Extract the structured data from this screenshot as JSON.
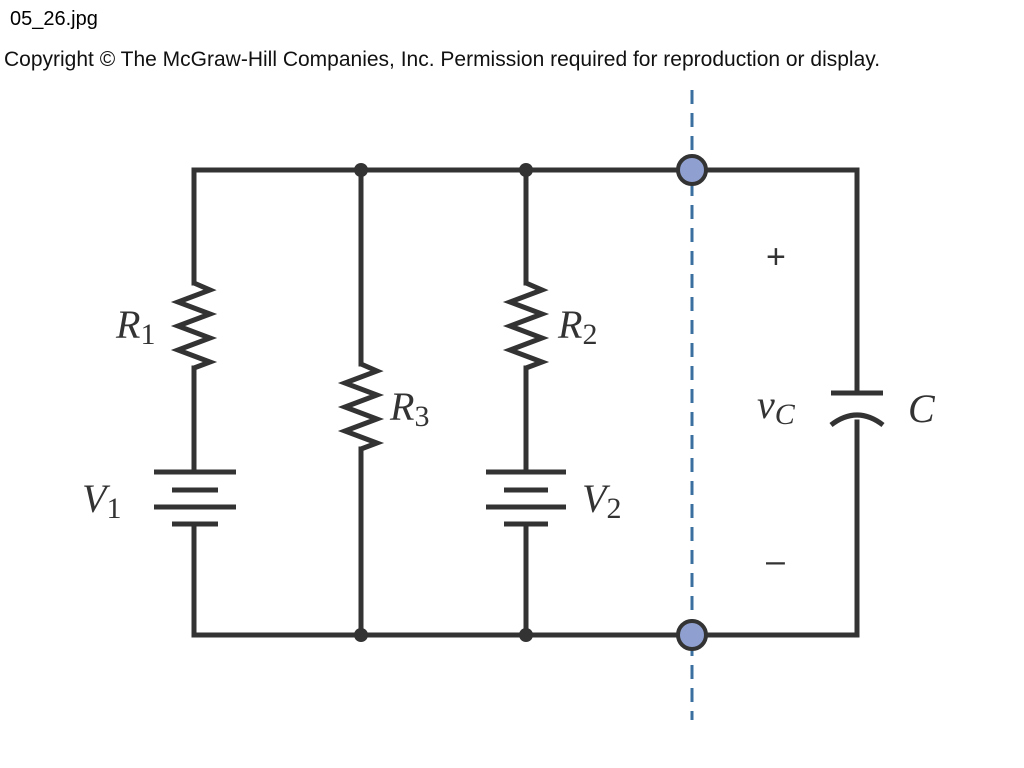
{
  "header": {
    "filename": "05_26.jpg",
    "copyright": "Copyright © The McGraw-Hill Companies, Inc. Permission required for reproduction or display."
  },
  "circuit": {
    "R1": {
      "main": "R",
      "sub": "1"
    },
    "R2": {
      "main": "R",
      "sub": "2"
    },
    "R3": {
      "main": "R",
      "sub": "3"
    },
    "V1": {
      "main": "V",
      "sub": "1"
    },
    "V2": {
      "main": "V",
      "sub": "2"
    },
    "vC": {
      "main": "v",
      "sub": "C"
    },
    "C": "C",
    "plus": "+",
    "minus": "–"
  },
  "colors": {
    "wire": "#333333",
    "terminal_fill": "#8fa0d0",
    "cut_line": "#3a6fa0"
  }
}
